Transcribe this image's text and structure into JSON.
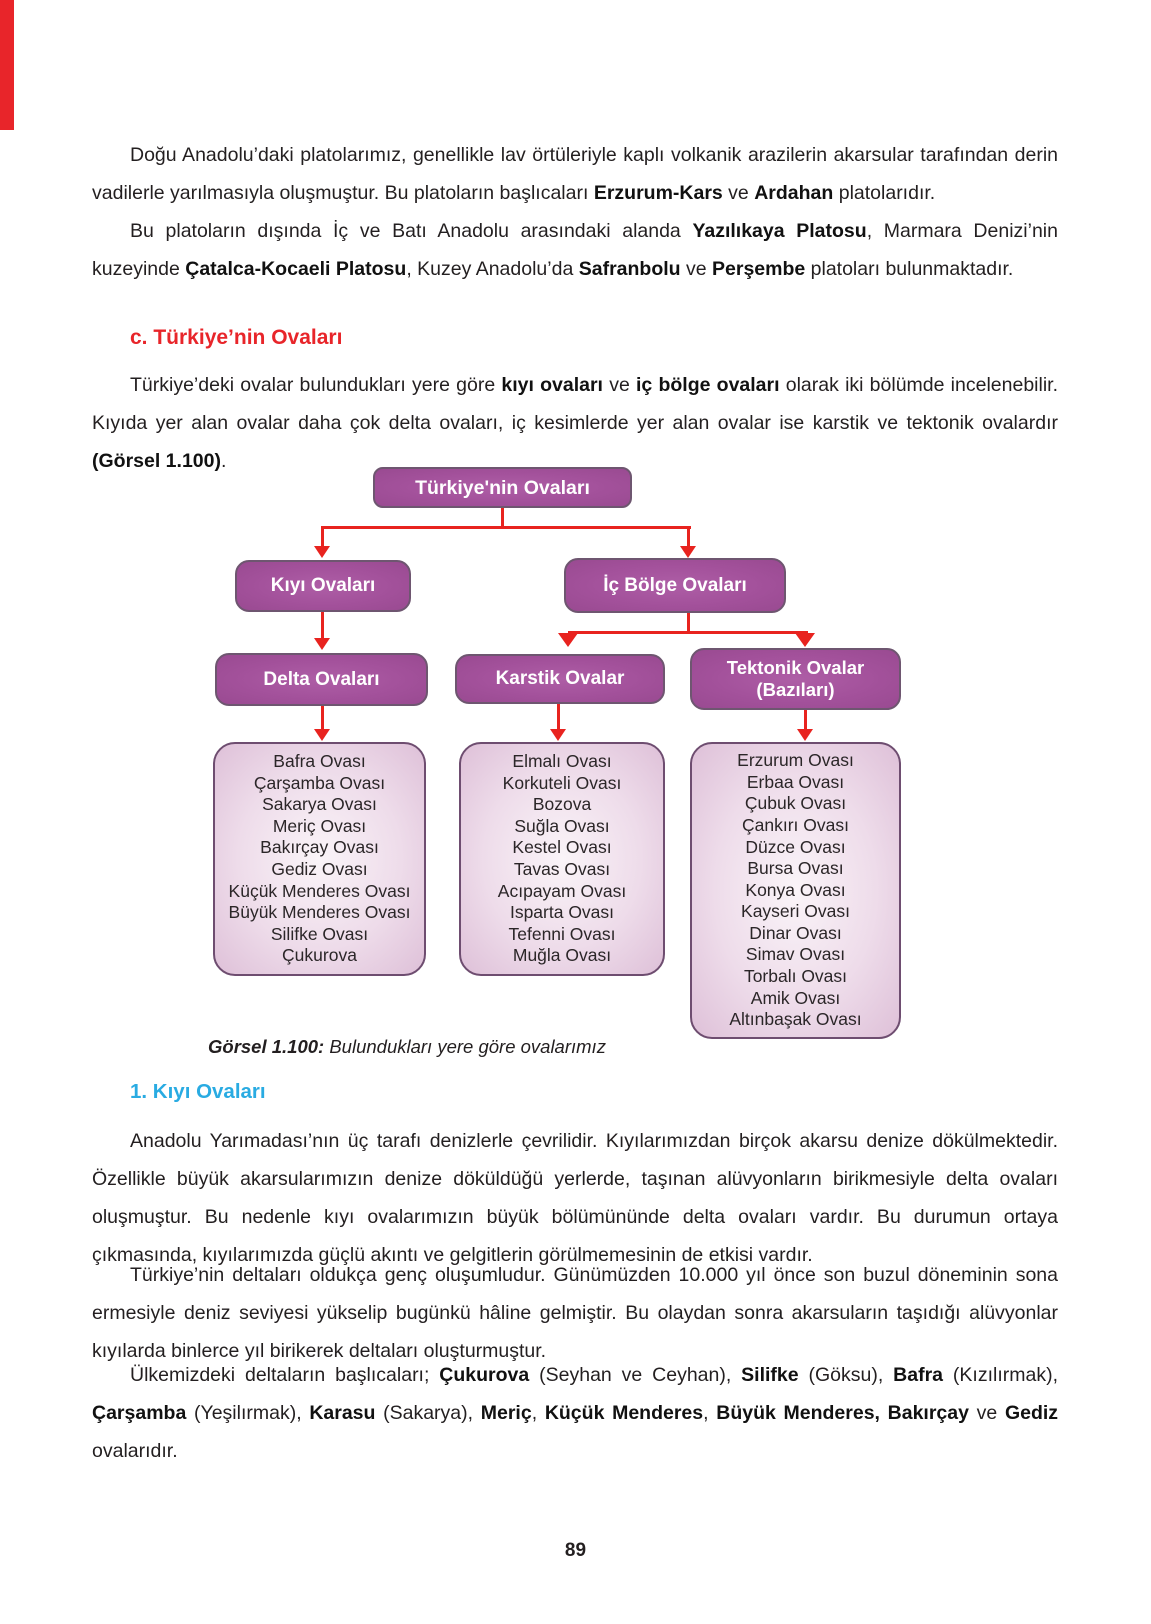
{
  "page": {
    "number": "89"
  },
  "colors": {
    "edge_bar": "#e8252a",
    "heading_red": "#e8252a",
    "heading_blue": "#29abe2",
    "node_purple": "#a3519b",
    "node_border": "#6e5670",
    "arrow_red": "#e8231f",
    "list_fill": "#eedcea"
  },
  "headings": {
    "section_c": "c. Türkiye’nin Ovaları",
    "sub_1": "1. Kıyı Ovaları"
  },
  "paragraphs": {
    "p1": {
      "segments": [
        "Doğu Anadolu’daki platolarımız, genellikle lav örtüleriyle kaplı volkanik arazilerin akarsular tarafından derin vadilerle yarılmasıyla oluşmuştur. Bu platoların başlıcaları ",
        "Erzurum-Kars",
        " ve ",
        "Ardahan",
        " platolarıdır."
      ]
    },
    "p2": {
      "segments": [
        "Bu platoların dışında İç ve Batı Anadolu arasındaki alanda ",
        "Yazılıkaya Platosu",
        ", Marmara Denizi’nin kuzeyinde ",
        "Çatalca-Kocaeli Platosu",
        ", Kuzey Anadolu’da ",
        "Safranbolu",
        " ve ",
        "Perşembe",
        " platoları bulunmaktadır."
      ]
    },
    "p3": {
      "segments": [
        "Türkiye’deki ovalar bulundukları yere göre ",
        "kıyı ovaları",
        " ve ",
        "iç bölge ovaları",
        " olarak iki bölümde incelenebilir. Kıyıda yer alan ovalar daha çok delta ovaları, iç kesimlerde yer alan ovalar ise karstik ve tektonik ovalardır ",
        "(Görsel 1.100)",
        "."
      ]
    },
    "p4": {
      "segments": [
        "Anadolu Yarımadası’nın üç tarafı denizlerle çevrilidir. Kıyılarımızdan birçok akarsu denize dökülmektedir. Özellikle büyük akarsularımızın denize döküldüğü yerlerde, taşınan alüvyonların birikmesiyle delta ovaları oluşmuştur. Bu nedenle kıyı ovalarımızın büyük bölümününde delta ovaları vardır. Bu durumun ortaya çıkmasında, kıyılarımızda güçlü akıntı ve gelgitlerin görülmemesinin de etkisi vardır."
      ]
    },
    "p5": {
      "segments": [
        "Türkiye’nin deltaları oldukça genç oluşumludur. Günümüzden 10.000 yıl önce son buzul döneminin sona ermesiyle deniz seviyesi yükselip bugünkü hâline gelmiştir. Bu olaydan sonra akarsuların taşıdığı alüvyonlar kıyılarda binlerce yıl birikerek deltaları oluşturmuştur."
      ]
    },
    "p6": {
      "segments": [
        "Ülkemizdeki deltaların başlıcaları; ",
        "Çukurova",
        " (Seyhan ve Ceyhan), ",
        "Silifke",
        " (Göksu), ",
        "Bafra",
        " (Kızılırmak), ",
        "Çarşamba",
        " (Yeşilırmak), ",
        "Karasu",
        " (Sakarya), ",
        "Meriç",
        ", ",
        "Küçük Menderes",
        ", ",
        "Büyük Menderes, Bakırçay",
        " ve ",
        "Gediz",
        " ovalarıdır."
      ]
    }
  },
  "diagram": {
    "root": "Türkiye'nin Ovaları",
    "level2": {
      "kiyi": "Kıyı Ovaları",
      "ic_bolge": "İç Bölge Ovaları"
    },
    "level3": {
      "delta": "Delta Ovaları",
      "karstik": "Karstik Ovalar",
      "tektonik_line1": "Tektonik Ovalar",
      "tektonik_line2": "(Bazıları)"
    },
    "lists": {
      "delta": [
        "Bafra Ovası",
        "Çarşamba Ovası",
        "Sakarya Ovası",
        "Meriç Ovası",
        "Bakırçay Ovası",
        "Gediz Ovası",
        "Küçük Menderes Ovası",
        "Büyük Menderes Ovası",
        "Silifke Ovası",
        "Çukurova"
      ],
      "karstik": [
        "Elmalı Ovası",
        "Korkuteli Ovası",
        "Bozova",
        "Suğla Ovası",
        "Kestel Ovası",
        "Tavas Ovası",
        "Acıpayam Ovası",
        "Isparta Ovası",
        "Tefenni Ovası",
        "Muğla Ovası"
      ],
      "tektonik": [
        "Erzurum Ovası",
        "Erbaa Ovası",
        "Çubuk Ovası",
        "Çankırı Ovası",
        "Düzce Ovası",
        "Bursa Ovası",
        "Konya Ovası",
        "Kayseri Ovası",
        "Dinar Ovası",
        "Simav Ovası",
        "Torbalı Ovası",
        "Amik Ovası",
        "Altınbaşak Ovası"
      ]
    }
  },
  "caption": {
    "label": "Görsel 1.100:",
    "text": " Bulundukları yere göre ovalarımız"
  }
}
